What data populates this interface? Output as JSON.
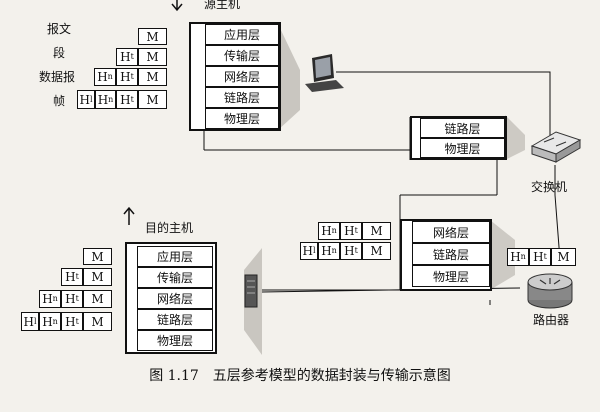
{
  "labels": {
    "source_host": "源主机",
    "dest_host": "目的主机",
    "switch": "交换机",
    "router": "路由器",
    "caption": "图 1.17　五层参考模型的数据封装与传输示意图"
  },
  "pdu_names": [
    "报文",
    "段",
    "数据报",
    "帧"
  ],
  "headers": {
    "message": "M",
    "transport": "H",
    "transport_sub": "t",
    "network": "H",
    "network_sub": "n",
    "link": "H",
    "link_sub": "l"
  },
  "source_layers": [
    "应用层",
    "传输层",
    "网络层",
    "链路层",
    "物理层"
  ],
  "dest_layers": [
    "应用层",
    "传输层",
    "网络层",
    "链路层",
    "物理层"
  ],
  "switch_layers": [
    "链路层",
    "物理层"
  ],
  "router_layers": [
    "网络层",
    "链路层",
    "物理层"
  ]
}
